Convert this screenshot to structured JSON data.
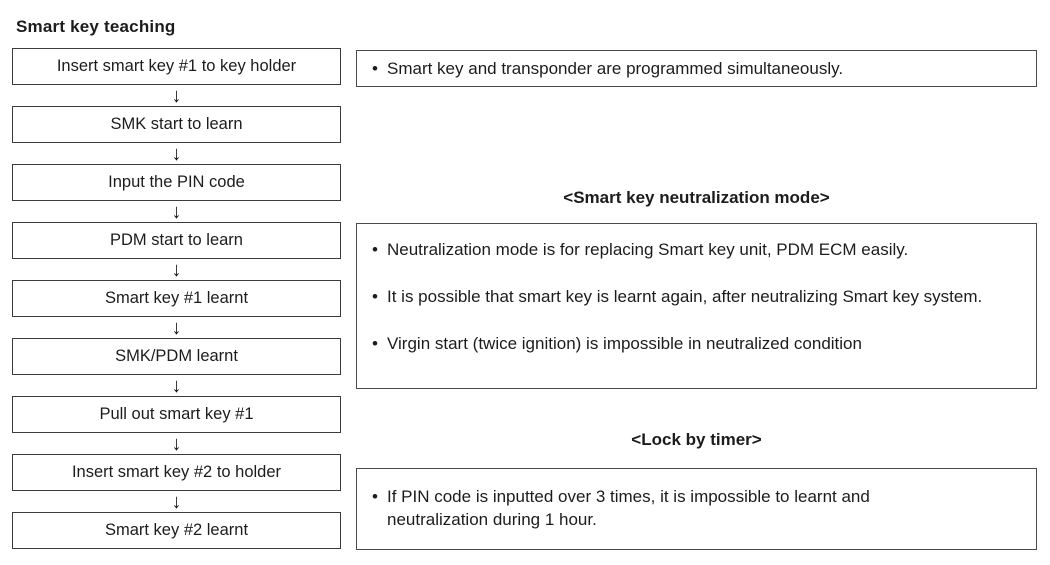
{
  "title": "Smart key teaching",
  "flowchart": {
    "arrow_icon": "↓",
    "steps": [
      "Insert smart key #1 to key holder",
      "SMK start to learn",
      "Input the PIN code",
      "PDM start to learn",
      "Smart key #1 learnt",
      "SMK/PDM learnt",
      "Pull out smart key #1",
      "Insert smart key #2 to holder",
      "Smart key #2 learnt"
    ]
  },
  "notes": {
    "programming": {
      "bullets": [
        "Smart key and transponder are programmed simultaneously."
      ]
    },
    "neutralization": {
      "heading": "<Smart key neutralization mode>",
      "bullets": [
        "Neutralization mode is for replacing Smart key unit, PDM ECM easily.",
        "It is possible that smart key is learnt again, after neutralizing Smart key system.",
        "Virgin start (twice ignition) is impossible in neutralized condition"
      ]
    },
    "lock_by_timer": {
      "heading": "<Lock by timer>",
      "bullets": [
        "If PIN code is inputted over 3 times, it is impossible to learnt and neutralization during 1 hour."
      ]
    }
  },
  "colors": {
    "background": "#ffffff",
    "box_border": "#3c3c3c",
    "text": "#1c1c1c"
  }
}
